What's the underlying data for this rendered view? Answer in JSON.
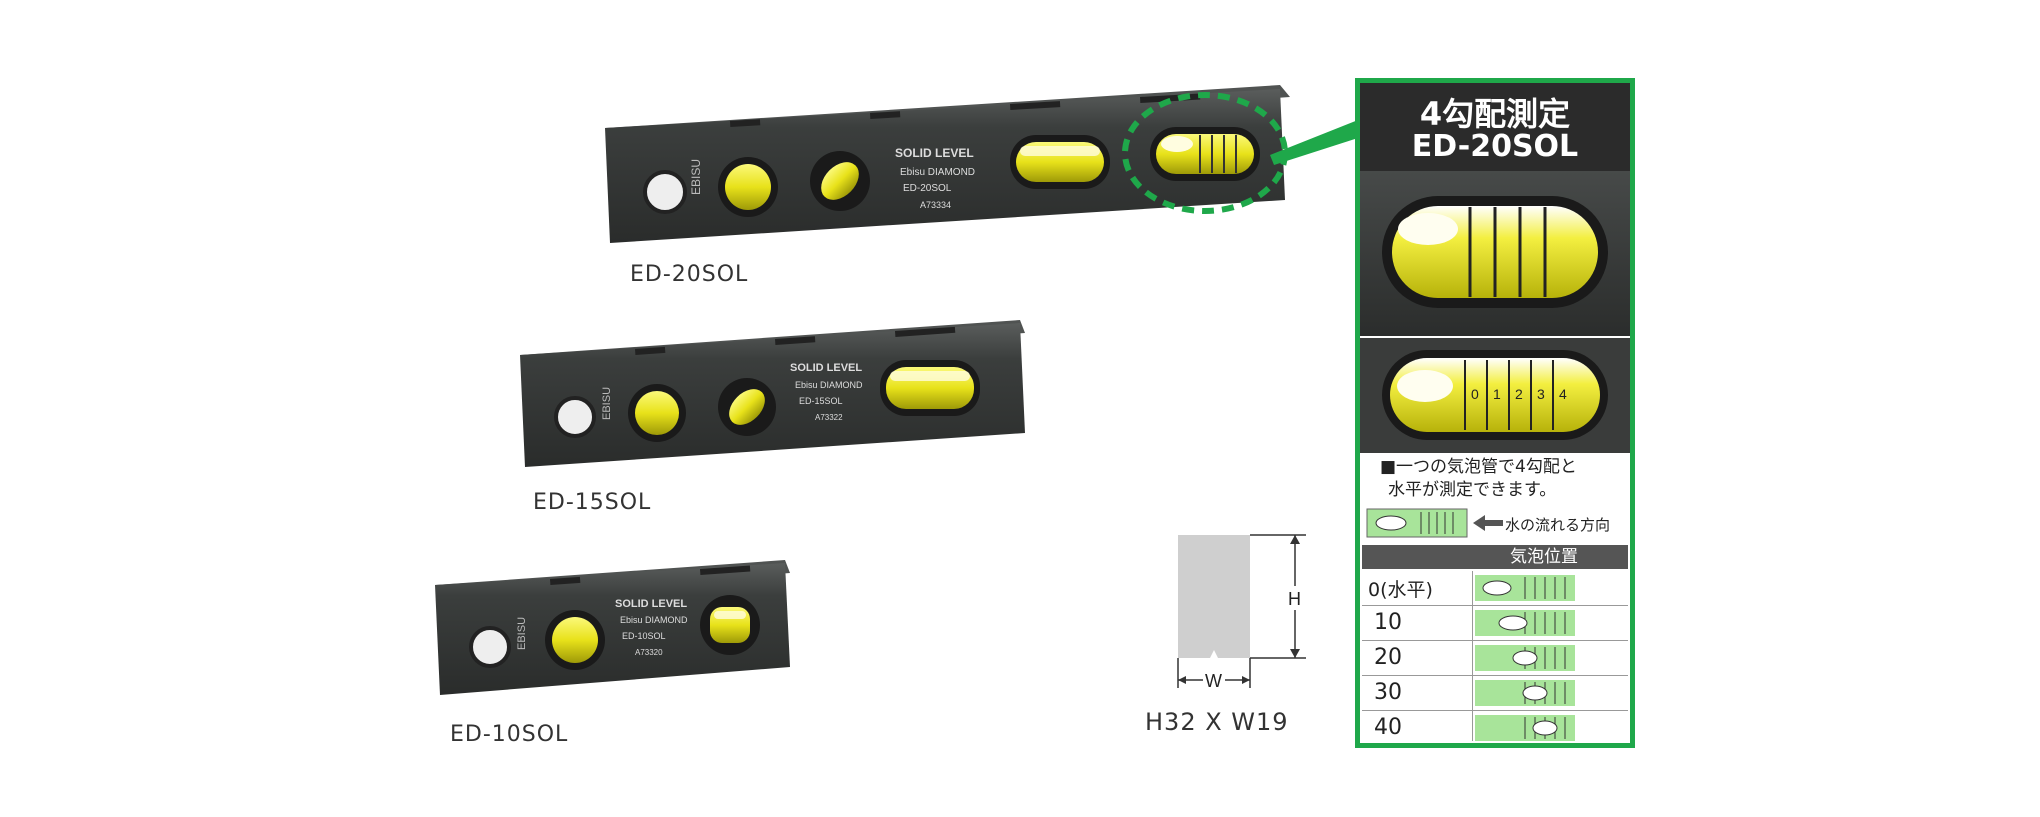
{
  "products": [
    {
      "model": "ED-20SOL",
      "brand_text": "SOLID LEVEL",
      "name_text": "Ebisu DIAMOND",
      "model_plate": "ED-20SOL",
      "code": "A73334",
      "side_text": "EBISU"
    },
    {
      "model": "ED-15SOL",
      "brand_text": "SOLID LEVEL",
      "name_text": "Ebisu DIAMOND",
      "model_plate": "ED-15SOL",
      "code": "A73322",
      "side_text": "EBISU"
    },
    {
      "model": "ED-10SOL",
      "brand_text": "SOLID LEVEL",
      "name_text": "Ebisu DIAMOND",
      "model_plate": "ED-10SOL",
      "code": "A73320",
      "side_text": "EBISU"
    }
  ],
  "dimension": {
    "h_label": "H",
    "w_label": "W",
    "size_text": "H32 X W19"
  },
  "detail_panel": {
    "title_line1": "4勾配測定",
    "title_line2": "ED-20SOL",
    "vial_marks": [
      "0",
      "1",
      "2",
      "3",
      "4"
    ],
    "description_line1": "■一つの気泡管で4勾配と",
    "description_line2": "水平が測定できます。",
    "flow_label": "水の流れる方向",
    "table_header": "気泡位置",
    "table_rows": [
      {
        "label": "0(水平)",
        "position": 0
      },
      {
        "label": "10",
        "position": 1
      },
      {
        "label": "20",
        "position": 2
      },
      {
        "label": "30",
        "position": 3
      },
      {
        "label": "40",
        "position": 4
      }
    ]
  },
  "colors": {
    "accent_green": "#1fa84a",
    "body_dark": "#3a3c3b",
    "vial_yellow": "#e8e21a",
    "panel_dark": "#2b2b2b"
  }
}
